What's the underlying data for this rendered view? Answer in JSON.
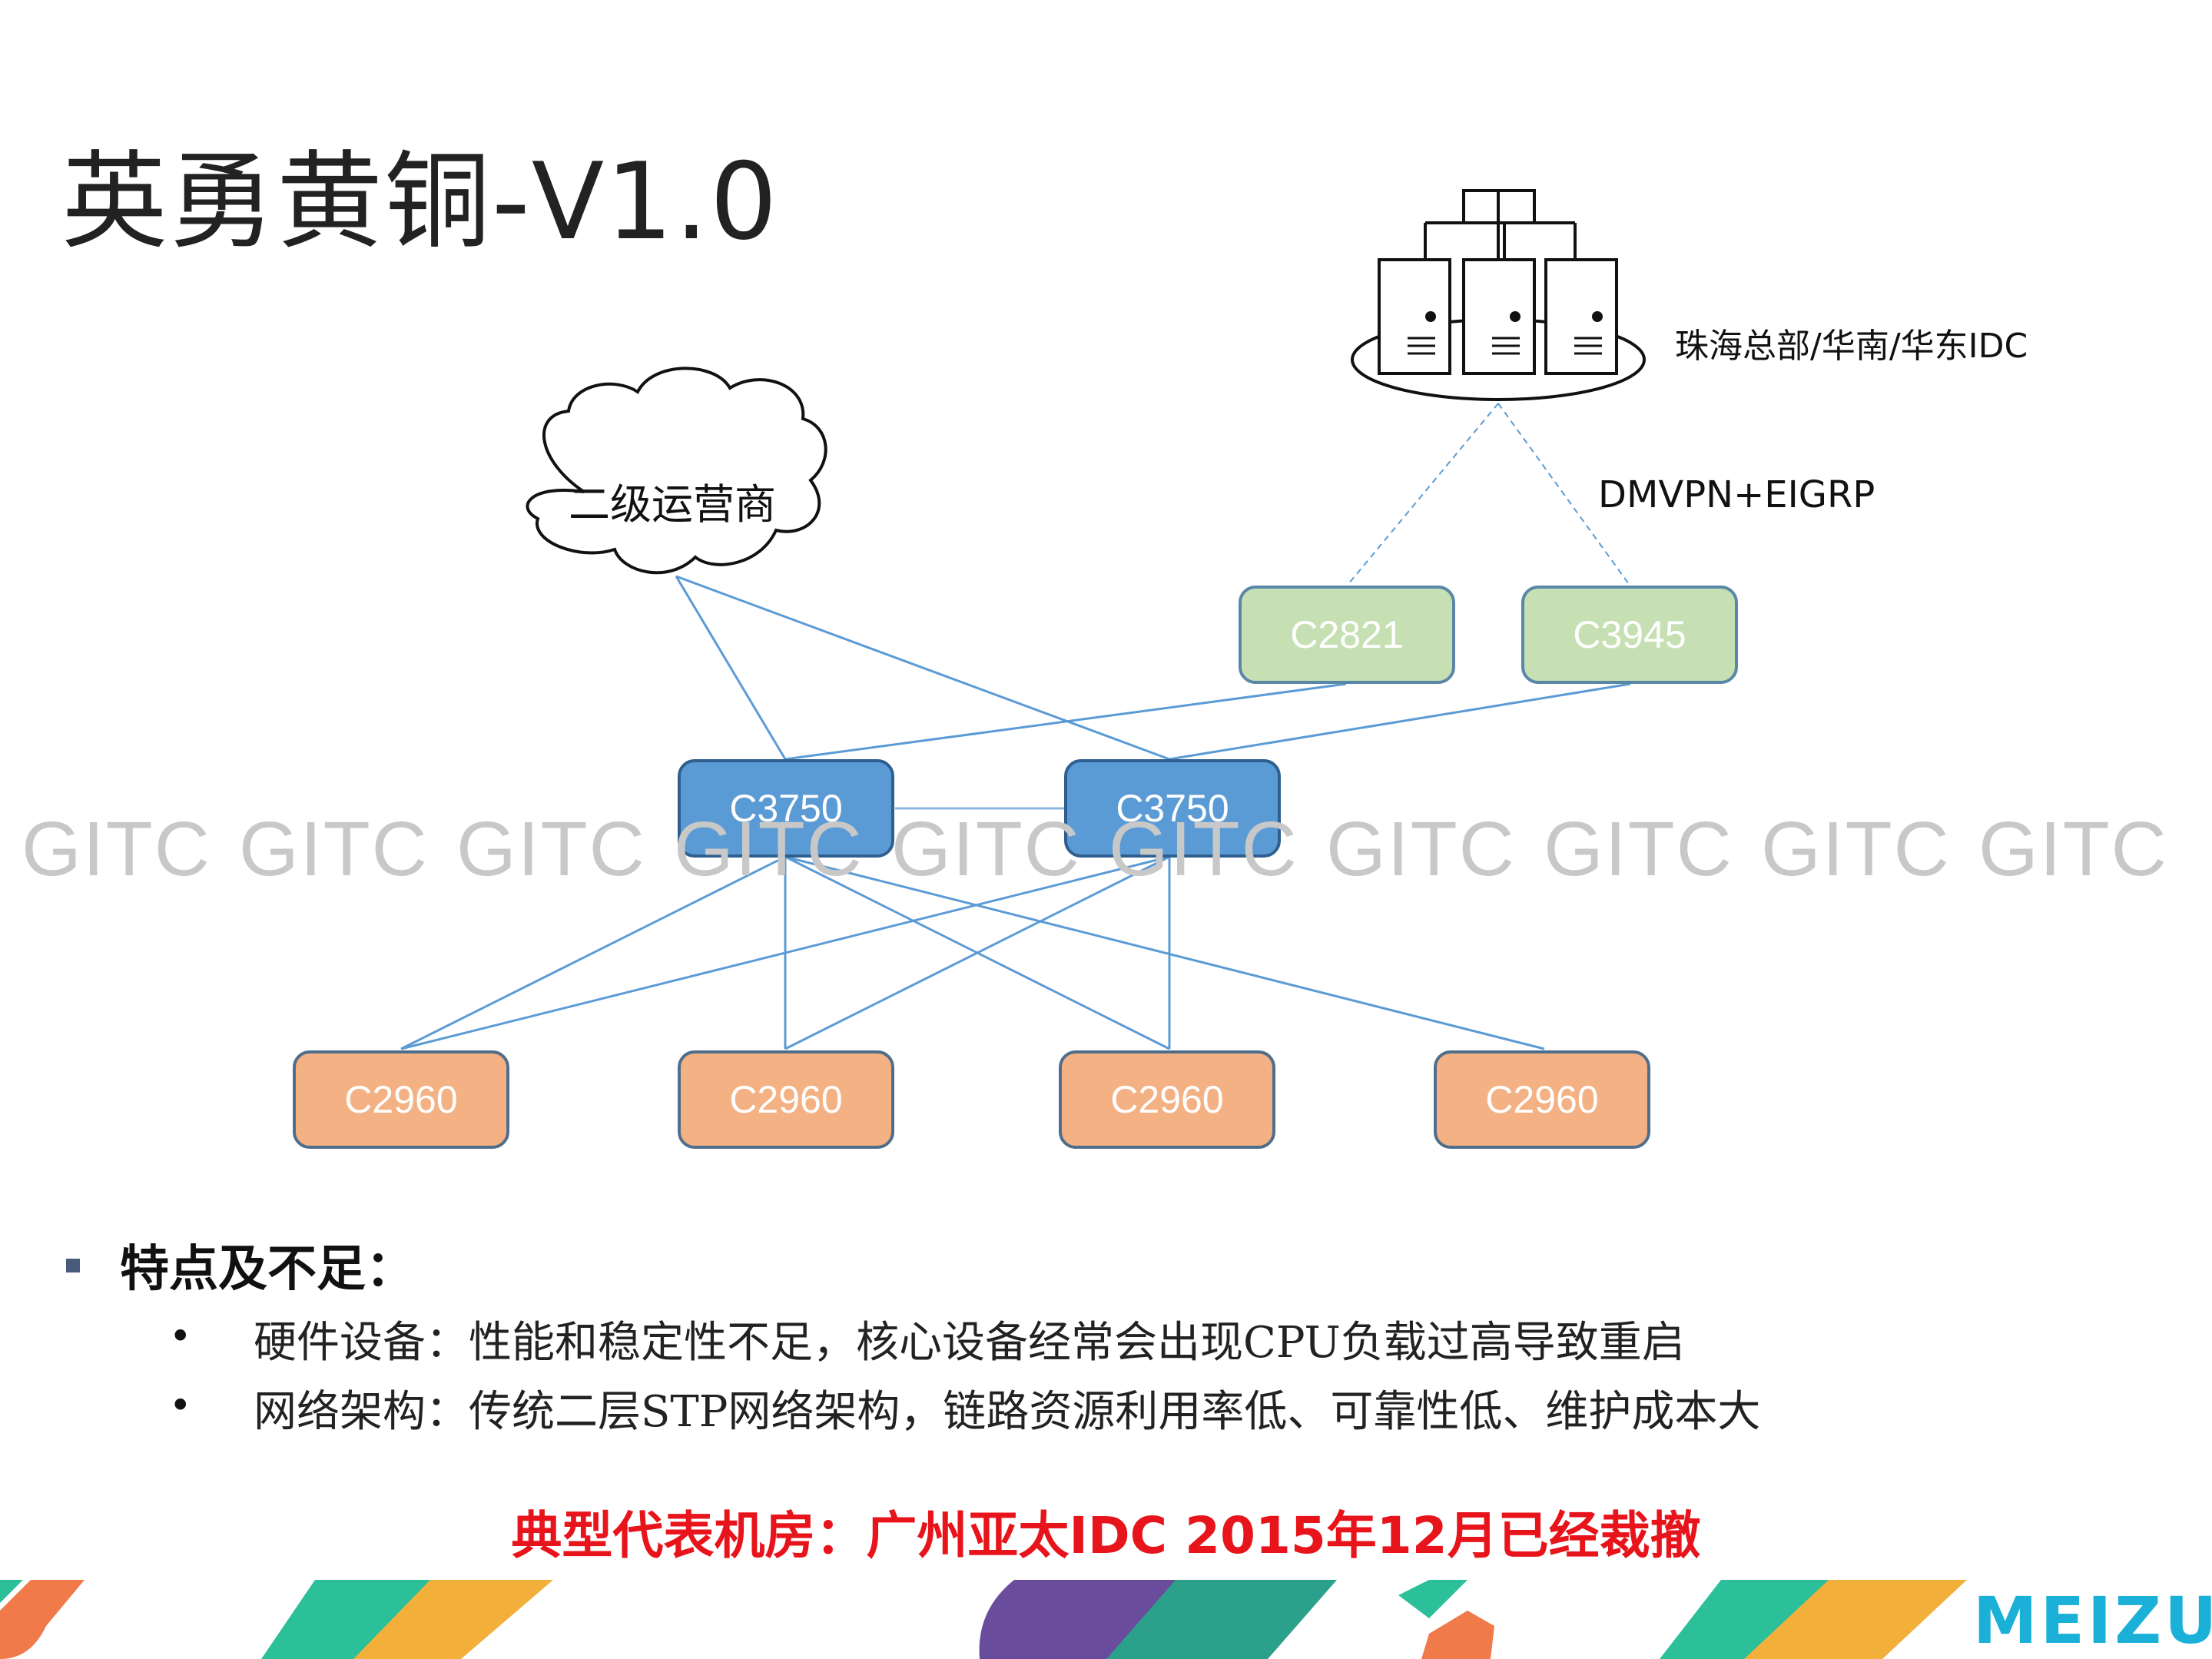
{
  "slide": {
    "title": "英勇黄铜-V1.0"
  },
  "diagram": {
    "datacenter_label": "珠海总部/华南/华东IDC",
    "vpn_label": "DMVPN+EIGRP",
    "isp_label": "二级运营商",
    "wan_routers": [
      "C2821",
      "C3945"
    ],
    "core_switches": [
      "C3750",
      "C3750"
    ],
    "access_switches": [
      "C2960",
      "C2960",
      "C2960",
      "C2960"
    ],
    "colors": {
      "core": "#5b9bd5",
      "wan": "#c6e0b4",
      "access": "#f4b183",
      "link": "#5b9bd5"
    }
  },
  "watermark": {
    "text": "GITC"
  },
  "features": {
    "heading": "特点及不足：",
    "items": [
      "硬件设备：性能和稳定性不足，核心设备经常会出现CPU负载过高导致重启",
      "网络架构：传统二层STP网络架构，链路资源利用率低、可靠性低、维护成本大"
    ]
  },
  "highlight": "典型代表机房：广州亚太IDC 2015年12月已经裁撤",
  "brand": {
    "logo_text": "MEIZU"
  }
}
